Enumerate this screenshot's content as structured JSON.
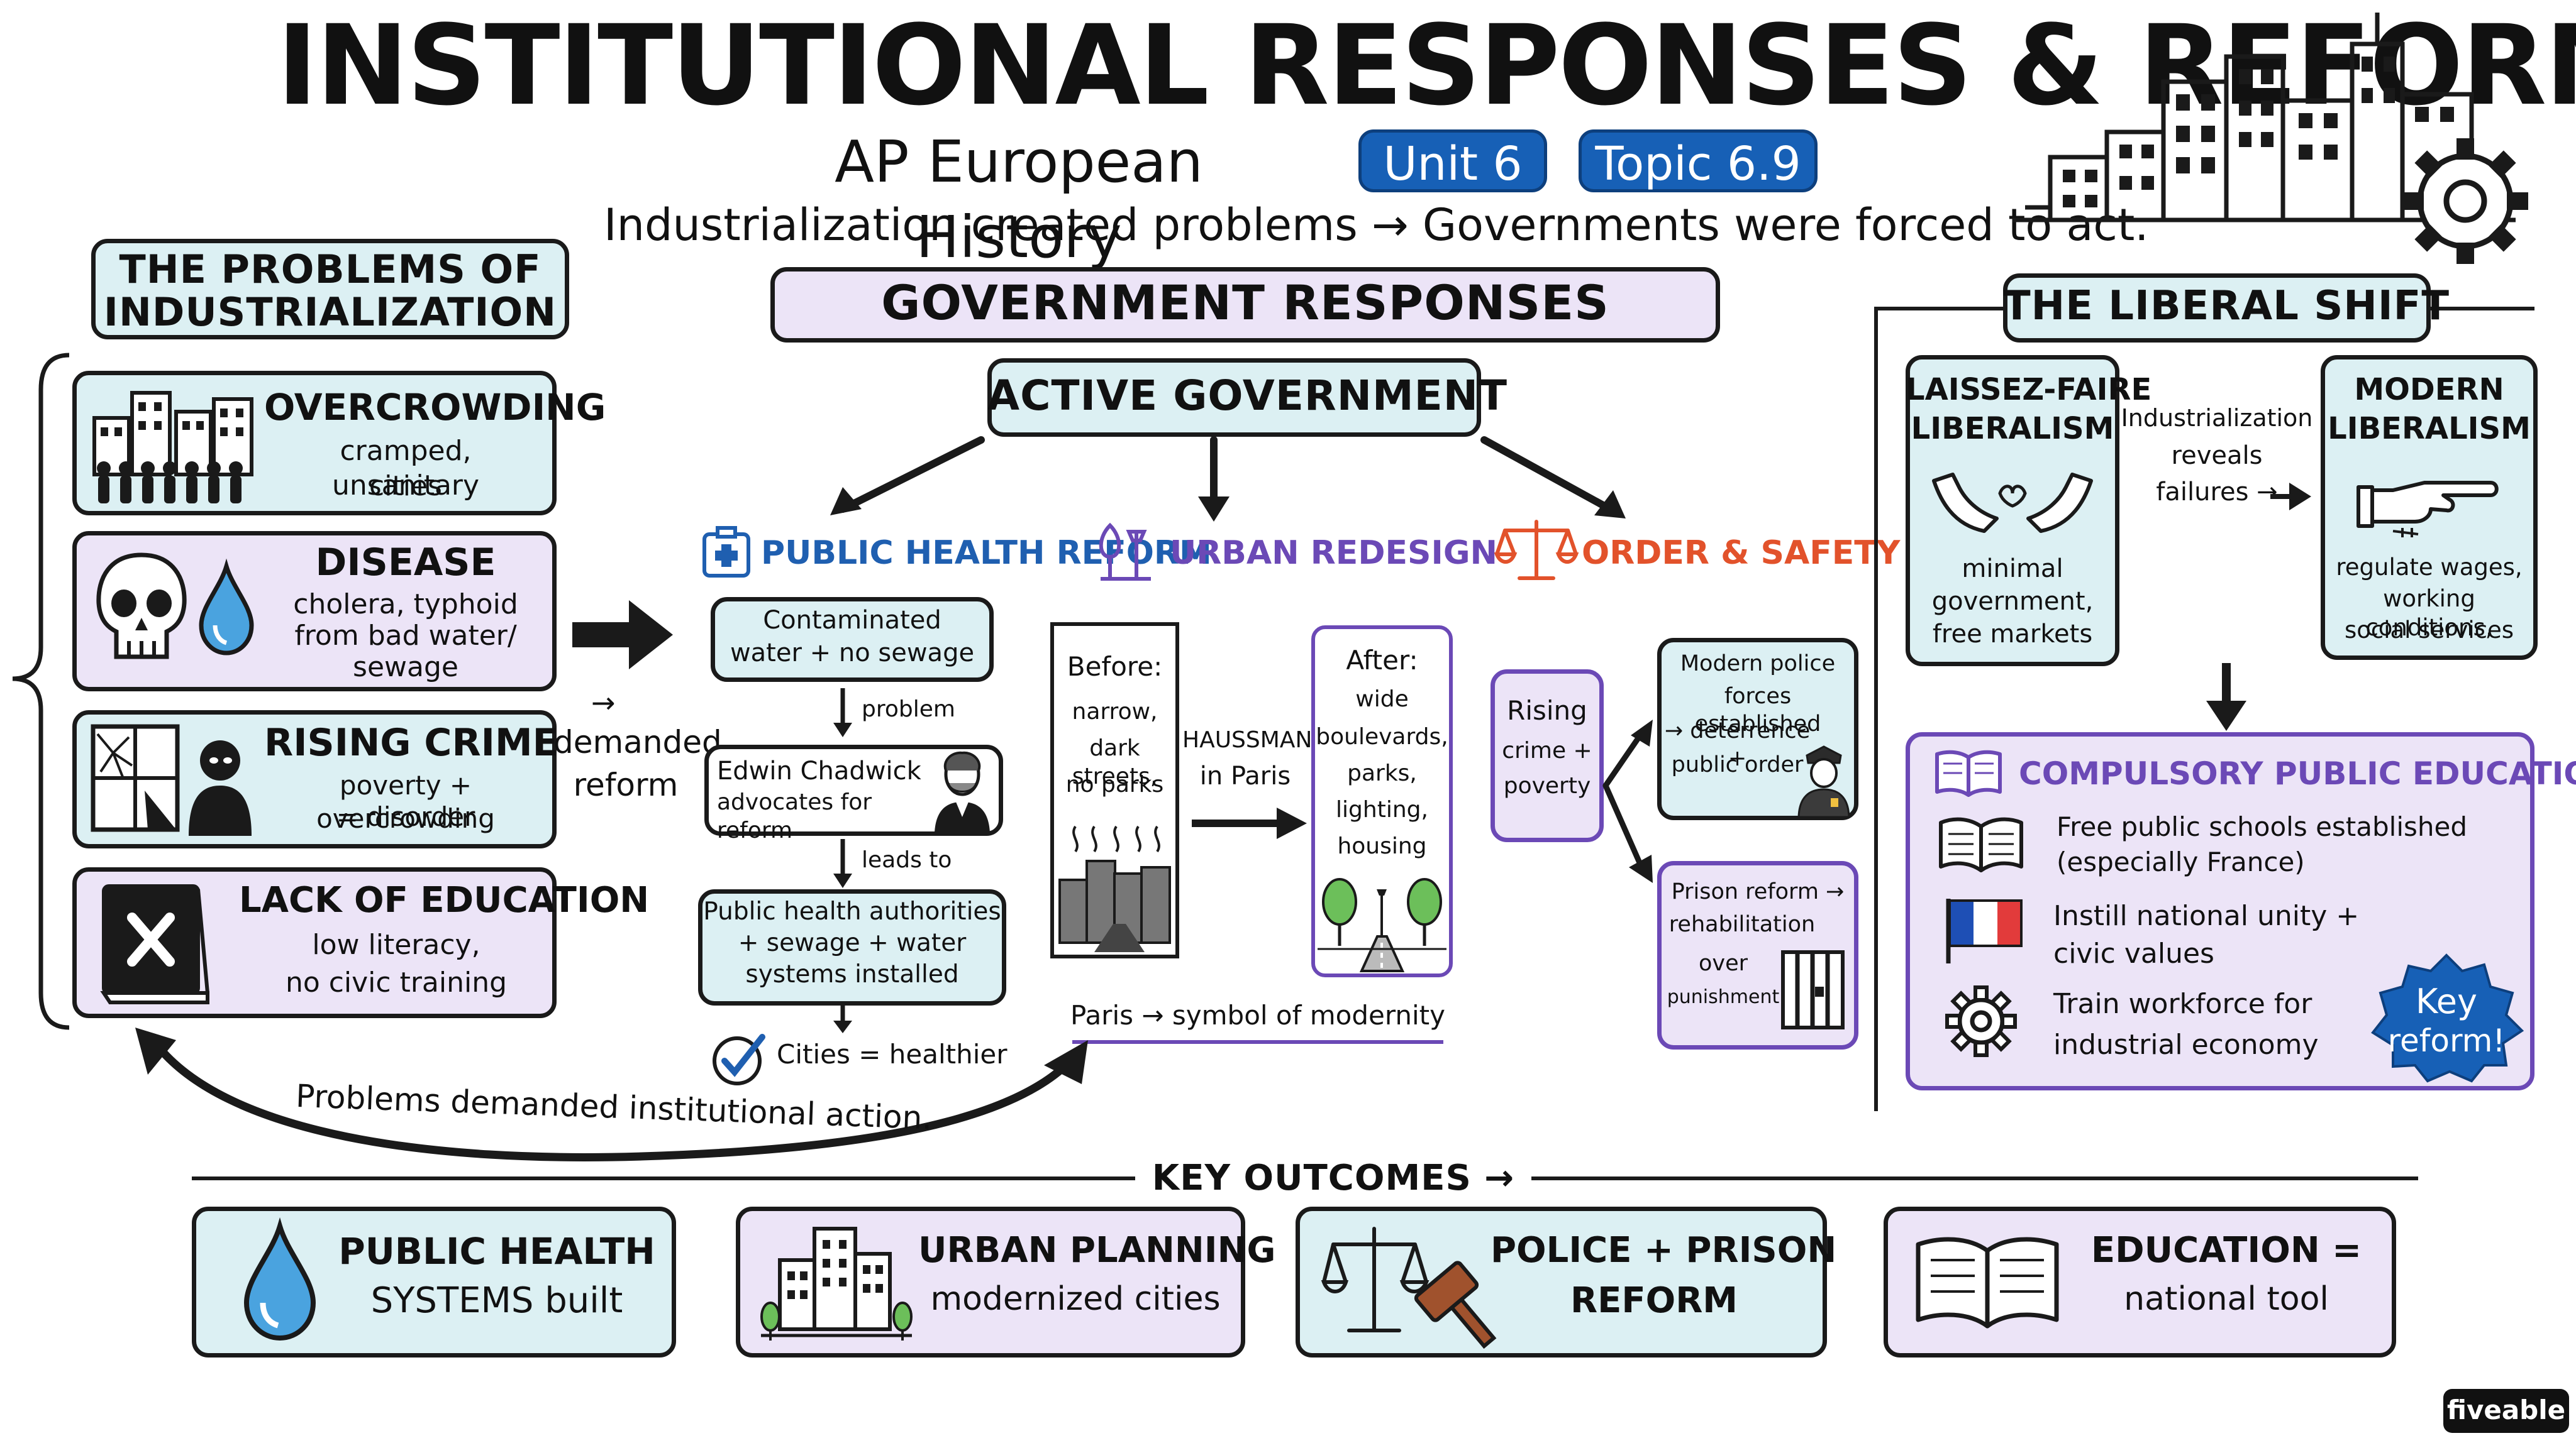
{
  "header": {
    "title": "INSTITUTIONAL RESPONSES & REFORM",
    "course": "AP European History",
    "unit_badge": "Unit 6",
    "topic_badge": "Topic 6.9",
    "tagline": "Industrialization created problems → Governments were forced to act."
  },
  "problems": {
    "heading_line1": "THE PROBLEMS OF",
    "heading_line2": "INDUSTRIALIZATION",
    "items": [
      {
        "title": "OVERCROWDING",
        "line1": "cramped, unsanitary",
        "line2": "cities",
        "icon": "crowded-city-icon"
      },
      {
        "title": "DISEASE",
        "line1": "cholera, typhoid",
        "line2": "from bad water/",
        "line3": "sewage",
        "icon": "skull-icon"
      },
      {
        "title": "RISING CRIME",
        "line1": "poverty + overcrowding",
        "line2": "= disorder",
        "icon": "broken-window-icon"
      },
      {
        "title": "LACK OF EDUCATION",
        "line1": "low literacy,",
        "line2": "no civic training",
        "icon": "book-x-icon"
      }
    ],
    "demanded_line1": "→",
    "demanded_line2": "demanded",
    "demanded_line3": "reform",
    "loop_caption": "Problems demanded institutional action."
  },
  "government": {
    "heading": "GOVERNMENT RESPONSES",
    "active": "ACTIVE GOVERNMENT",
    "public_health": {
      "heading": "PUBLIC HEALTH REFORM",
      "step1_line1": "Contaminated",
      "step1_line2": "water + no sewage",
      "arrow1": "problem",
      "step2_line1": "Edwin Chadwick",
      "step2_line2": "advocates for reform",
      "arrow2": "leads to",
      "step3_line1": "Public health authorities",
      "step3_line2": "+ sewage + water",
      "step3_line3": "systems installed",
      "result": "Cities = healthier"
    },
    "urban": {
      "heading": "URBAN REDESIGN",
      "before_title": "Before:",
      "before_line1": "narrow,",
      "before_line2": "dark streets,",
      "before_line3": "no parks",
      "middle_line1": "HAUSSMANN",
      "middle_line2": "in Paris",
      "after_title": "After:",
      "after_line1": "wide",
      "after_line2": "boulevards,",
      "after_line3": "parks,",
      "after_line4": "lighting,",
      "after_line5": "housing",
      "caption": "Paris → symbol of modernity"
    },
    "order": {
      "heading": "ORDER & SAFETY",
      "cause_line1": "Rising",
      "cause_line2": "crime +",
      "cause_line3": "poverty",
      "police_line1": "Modern police",
      "police_line2": "forces established",
      "police_line3": "→ deterrence +",
      "police_line4": "public order",
      "prison_line1": "Prison reform →",
      "prison_line2": "rehabilitation",
      "prison_line3": "over",
      "prison_line4": "punishment"
    }
  },
  "liberal": {
    "heading": "THE LIBERAL SHIFT",
    "laissez_line1": "LAISSEZ-FAIRE",
    "laissez_line2": "LIBERALISM",
    "laissez_desc1": "minimal",
    "laissez_desc2": "government,",
    "laissez_desc3": "free markets",
    "middle_line1": "Industrialization",
    "middle_line2": "reveals",
    "middle_line3": "failures →",
    "modern_line1": "MODERN",
    "modern_line2": "LIBERALISM",
    "modern_desc1": "regulate wages,",
    "modern_desc2": "working conditions,",
    "modern_desc3": "social services",
    "education_heading": "COMPULSORY PUBLIC EDUCATION",
    "edu1_line1": "Free public schools established",
    "edu1_line2": "(especially France)",
    "edu2_line1": "Instill national unity +",
    "edu2_line2": "civic values",
    "edu3_line1": "Train workforce for",
    "edu3_line2": "industrial economy",
    "badge_line1": "Key",
    "badge_line2": "reform!"
  },
  "outcomes": {
    "heading": "KEY OUTCOMES →",
    "items": [
      {
        "line1": "PUBLIC HEALTH",
        "line2": "SYSTEMS built"
      },
      {
        "line1": "URBAN PLANNING",
        "line2": "modernized cities"
      },
      {
        "line1": "POLICE + PRISON",
        "line2": "REFORM"
      },
      {
        "line1": "EDUCATION =",
        "line2": "national tool"
      }
    ]
  },
  "brand": "fiveable",
  "colors": {
    "teal_fill": "#dcf0f3",
    "lavender_fill": "#ece4f7",
    "badge_blue": "#1760b6",
    "health_blue": "#1f5fb0",
    "urban_purple": "#6b49b6",
    "order_orange": "#e2522b"
  }
}
